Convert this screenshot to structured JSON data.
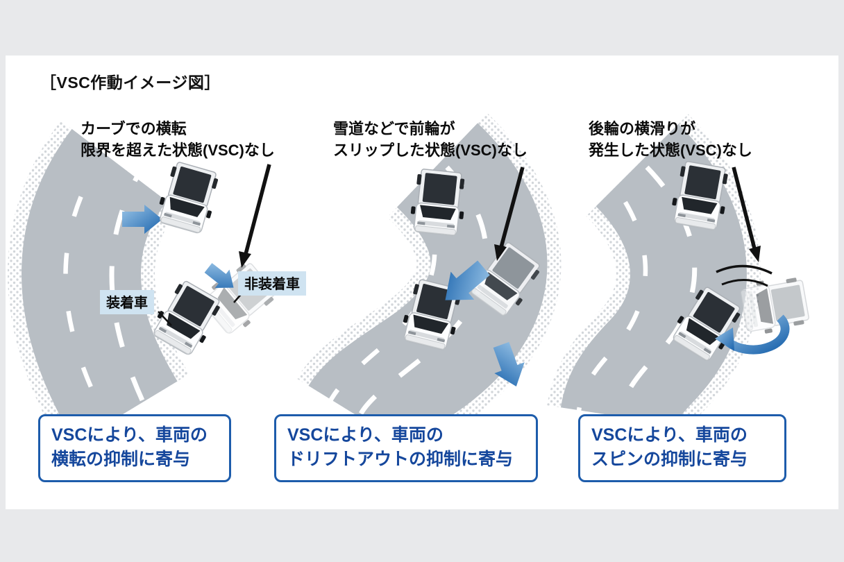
{
  "title": "［VSC作動イメージ図］",
  "panels": [
    {
      "annotation": {
        "line1": "カーブでの横転",
        "line2": "限界を超えた状態(VSC)なし"
      },
      "caption": {
        "line1": "VSCにより、車両の",
        "line2": "横転の抑制に寄与"
      }
    },
    {
      "annotation": {
        "line1": "雪道などで前輪が",
        "line2": "スリップした状態(VSC)なし"
      },
      "caption": {
        "line1": "VSCにより、車両の",
        "line2": "ドリフトアウトの抑制に寄与"
      }
    },
    {
      "annotation": {
        "line1": "後輪の横滑りが",
        "line2": "発生した状態(VSC)なし"
      },
      "caption": {
        "line1": "VSCにより、車両の",
        "line2": "スピンの抑制に寄与"
      }
    }
  ],
  "vehicle_labels": {
    "equipped": "装着車",
    "non_equipped": "非装着車"
  },
  "colors": {
    "bg": "#e8e9eb",
    "card": "#ffffff",
    "road": "#b8bec4",
    "road-dot": "#d2d6da",
    "lane-dash": "#ffffff",
    "cap-border": "#1d5cab",
    "cap-text": "#15479c",
    "label-bg": "#cfe3f1",
    "arrow-light": "#9cc6e8",
    "arrow-dark": "#1a63ac",
    "ink": "#111111"
  }
}
